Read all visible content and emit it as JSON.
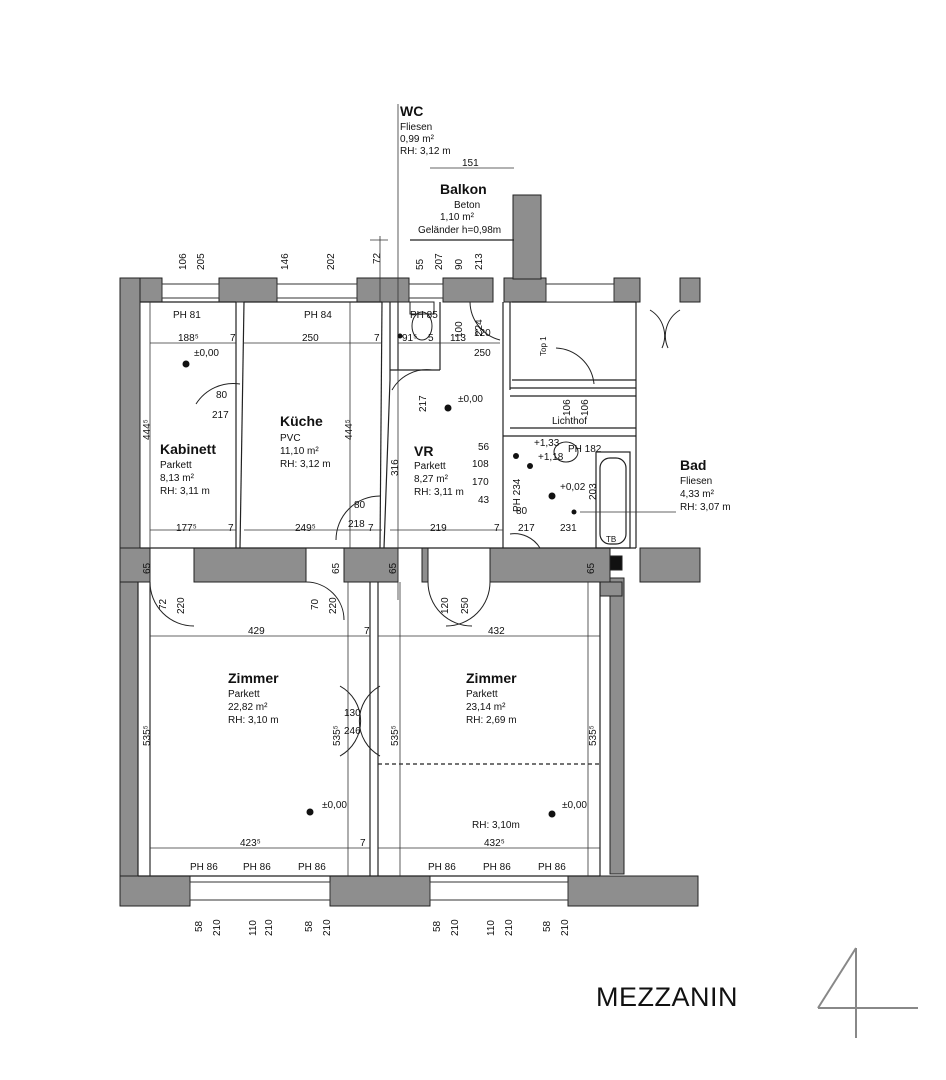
{
  "rooms": {
    "wc": {
      "name": "WC",
      "material": "Fliesen",
      "area": "0,99 m²",
      "height": "RH: 3,12 m"
    },
    "balkon": {
      "name": "Balkon",
      "material": "Beton",
      "area": "1,10 m²",
      "railing": "Geländer h=0,98m"
    },
    "kabinett": {
      "name": "Kabinett",
      "material": "Parkett",
      "area": "8,13 m²",
      "height": "RH: 3,11 m"
    },
    "kueche": {
      "name": "Küche",
      "material": "PVC",
      "area": "11,10 m²",
      "height": "RH: 3,12 m"
    },
    "vr": {
      "name": "VR",
      "material": "Parkett",
      "area": "8,27 m²",
      "height": "RH: 3,11 m"
    },
    "bad": {
      "name": "Bad",
      "material": "Fliesen",
      "area": "4,33 m²",
      "height": "RH: 3,07 m"
    },
    "zimmer1": {
      "name": "Zimmer",
      "material": "Parkett",
      "area": "22,82 m²",
      "height": "RH: 3,10 m"
    },
    "zimmer2": {
      "name": "Zimmer",
      "material": "Parkett",
      "area": "23,14 m²",
      "height": "RH: 2,69 m",
      "height2": "RH: 3,10m"
    }
  },
  "labels": {
    "ph81": "PH 81",
    "ph84": "PH 84",
    "ph85": "PH 85",
    "ph86": "PH 86",
    "ph182": "PH 182",
    "ph234": "PH 234",
    "lichthof": "Lichthof",
    "top1": "Top 1",
    "tb": "TB",
    "level_zero": "±0,00",
    "level_002": "+0,02",
    "level_133": "+1,33",
    "level_118": "+1,18"
  },
  "dimensions": {
    "d151": "151",
    "d72": "72",
    "d106": "106",
    "d205": "205",
    "d146": "146",
    "d202": "202",
    "d55": "55",
    "d207": "207",
    "d90": "90",
    "d213": "213",
    "d1885": "188⁵",
    "d7": "7",
    "d250": "250",
    "d91": "91⁵",
    "d5": "5",
    "d113": "113",
    "d100": "100",
    "d224": "224",
    "d120": "120",
    "d80": "80",
    "d217": "217",
    "d4445": "444⁵",
    "d316": "316",
    "d56": "56",
    "d108": "108",
    "d170": "170",
    "d43": "43",
    "d203": "203",
    "d1775": "177⁵",
    "d2495": "249⁵",
    "d218": "218",
    "d219": "219",
    "d231": "231",
    "d65": "65",
    "d220": "220",
    "d70": "70",
    "d429": "429",
    "d432": "432",
    "d5355": "535⁵",
    "d130": "130",
    "d246": "246",
    "d4235": "423⁵",
    "d4325": "432⁵",
    "d58": "58",
    "d210": "210",
    "d110": "110"
  },
  "title": {
    "level": "MEZZANIN",
    "logo_digit": "4"
  }
}
